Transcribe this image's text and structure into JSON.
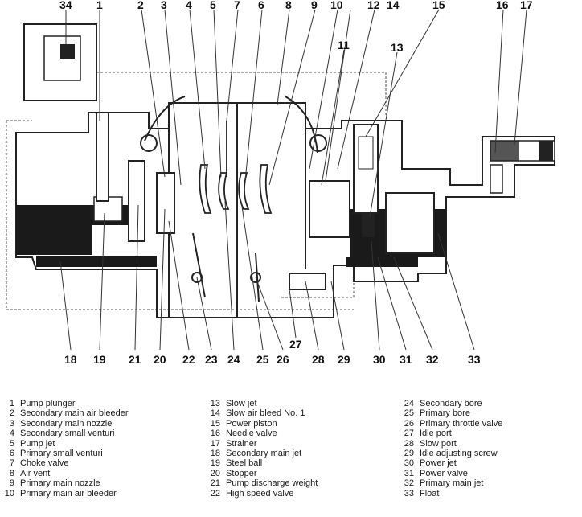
{
  "diagram": {
    "top_callouts": [
      "34",
      "1",
      "2",
      "3",
      "4",
      "5",
      "7",
      "6",
      "8",
      "9",
      "10",
      "12",
      "14",
      "15",
      "16",
      "17"
    ],
    "mid_callouts": [
      "11",
      "13"
    ],
    "bottom_callouts": [
      "18",
      "19",
      "21",
      "20",
      "22",
      "23",
      "24",
      "25",
      "26",
      "27",
      "28",
      "29",
      "30",
      "31",
      "32",
      "33"
    ]
  },
  "legend": {
    "col1": [
      {
        "num": "1",
        "label": "Pump plunger"
      },
      {
        "num": "2",
        "label": "Secondary main air bleeder"
      },
      {
        "num": "3",
        "label": "Secondary main nozzle"
      },
      {
        "num": "4",
        "label": "Secondary small venturi"
      },
      {
        "num": "5",
        "label": "Pump jet"
      },
      {
        "num": "6",
        "label": "Primary small venturi"
      },
      {
        "num": "7",
        "label": "Choke valve"
      },
      {
        "num": "8",
        "label": "Air vent"
      },
      {
        "num": "9",
        "label": "Primary main nozzle"
      },
      {
        "num": "10",
        "label": "Primary main air bleeder"
      }
    ],
    "col2": [
      {
        "num": "13",
        "label": "Slow jet"
      },
      {
        "num": "14",
        "label": "Slow air bleed No. 1"
      },
      {
        "num": "15",
        "label": "Power piston"
      },
      {
        "num": "16",
        "label": "Needle valve"
      },
      {
        "num": "17",
        "label": "Strainer"
      },
      {
        "num": "18",
        "label": "Secondary main jet"
      },
      {
        "num": "19",
        "label": "Steel ball"
      },
      {
        "num": "20",
        "label": "Stopper"
      },
      {
        "num": "21",
        "label": "Pump discharge weight"
      },
      {
        "num": "22",
        "label": "High speed valve"
      }
    ],
    "col3": [
      {
        "num": "24",
        "label": "Secondary bore"
      },
      {
        "num": "25",
        "label": "Primary bore"
      },
      {
        "num": "26",
        "label": "Primary throttle valve"
      },
      {
        "num": "27",
        "label": "Idle port"
      },
      {
        "num": "28",
        "label": "Slow port"
      },
      {
        "num": "29",
        "label": "Idle adjusting screw"
      },
      {
        "num": "30",
        "label": "Power jet"
      },
      {
        "num": "31",
        "label": "Power valve"
      },
      {
        "num": "32",
        "label": "Primary main jet"
      },
      {
        "num": "33",
        "label": "Float"
      }
    ]
  }
}
